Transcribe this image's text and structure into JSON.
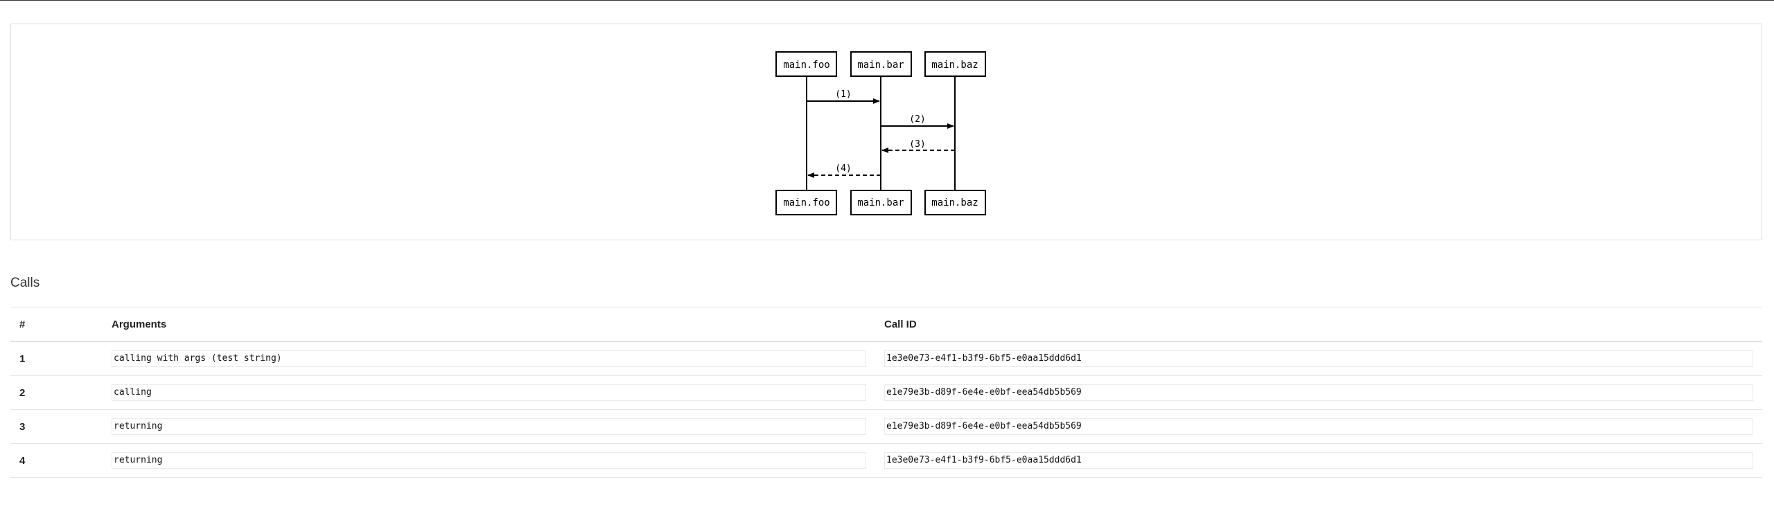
{
  "diagram": {
    "participants": [
      "main.foo",
      "main.bar",
      "main.baz"
    ],
    "messages": [
      {
        "label": "(1)",
        "from": "main.foo",
        "to": "main.bar",
        "style": "solid"
      },
      {
        "label": "(2)",
        "from": "main.bar",
        "to": "main.baz",
        "style": "solid"
      },
      {
        "label": "(3)",
        "from": "main.baz",
        "to": "main.bar",
        "style": "dashed"
      },
      {
        "label": "(4)",
        "from": "main.bar",
        "to": "main.foo",
        "style": "dashed"
      }
    ]
  },
  "calls": {
    "title": "Calls",
    "columns": {
      "num": "#",
      "args": "Arguments",
      "call_id": "Call ID"
    },
    "rows": [
      {
        "num": "1",
        "args": "calling with args (test string)",
        "call_id": "1e3e0e73-e4f1-b3f9-6bf5-e0aa15ddd6d1"
      },
      {
        "num": "2",
        "args": "calling",
        "call_id": "e1e79e3b-d89f-6e4e-e0bf-eea54db5b569"
      },
      {
        "num": "3",
        "args": "returning",
        "call_id": "e1e79e3b-d89f-6e4e-e0bf-eea54db5b569"
      },
      {
        "num": "4",
        "args": "returning",
        "call_id": "1e3e0e73-e4f1-b3f9-6bf5-e0aa15ddd6d1"
      }
    ]
  }
}
